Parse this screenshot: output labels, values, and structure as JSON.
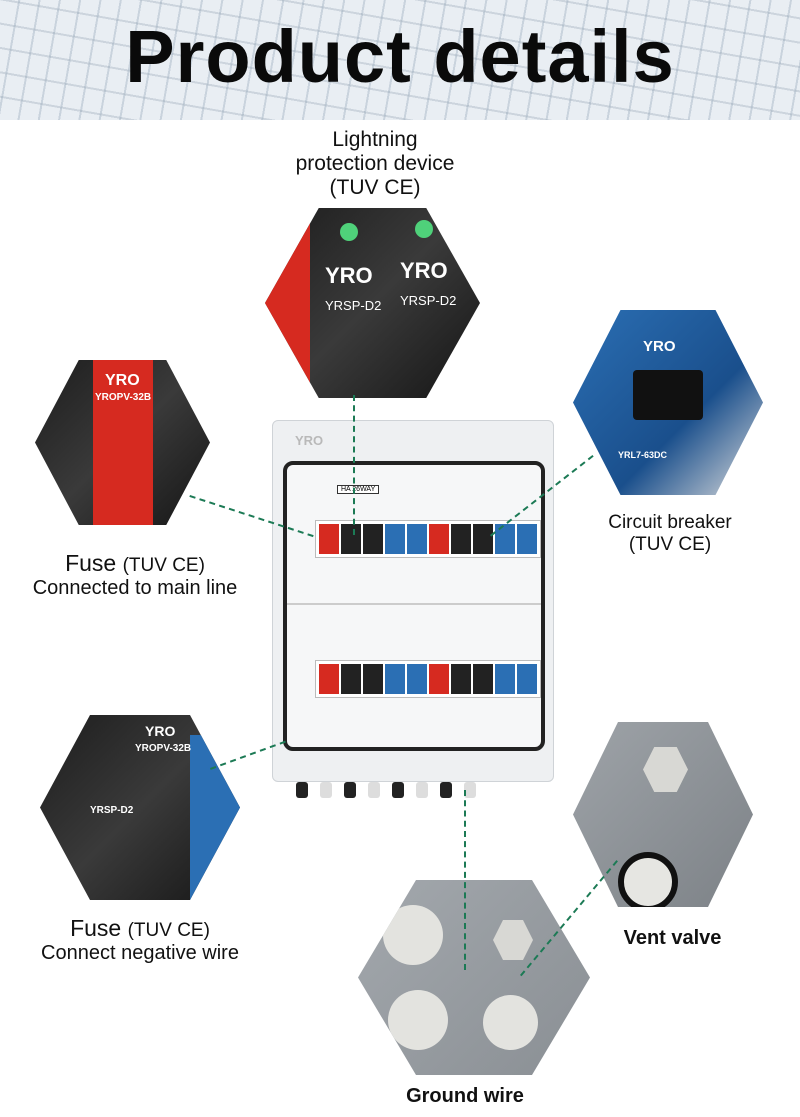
{
  "header": {
    "title": "Product details"
  },
  "callouts": {
    "lightning": {
      "line1": "Lightning",
      "line2": "protection device",
      "line3": "(TUV CE)"
    },
    "fuse_main": {
      "name": "Fuse",
      "cert": "(TUV CE)",
      "desc": "Connected to main line"
    },
    "breaker": {
      "line1": "Circuit breaker",
      "line2": "(TUV CE)"
    },
    "fuse_neg": {
      "name": "Fuse",
      "cert": "(TUV CE)",
      "desc": "Connect negative wire"
    },
    "vent": {
      "label": "Vent valve"
    },
    "ground": {
      "label": "Ground wire"
    }
  },
  "product": {
    "brand": "YRO",
    "spd_model": "YRSP-D2",
    "fuse_model": "YROPV-32B",
    "breaker_model": "YRL7-63DC",
    "rail_label": "HA 26WAY"
  },
  "colors": {
    "accent": "#1c7a55"
  }
}
